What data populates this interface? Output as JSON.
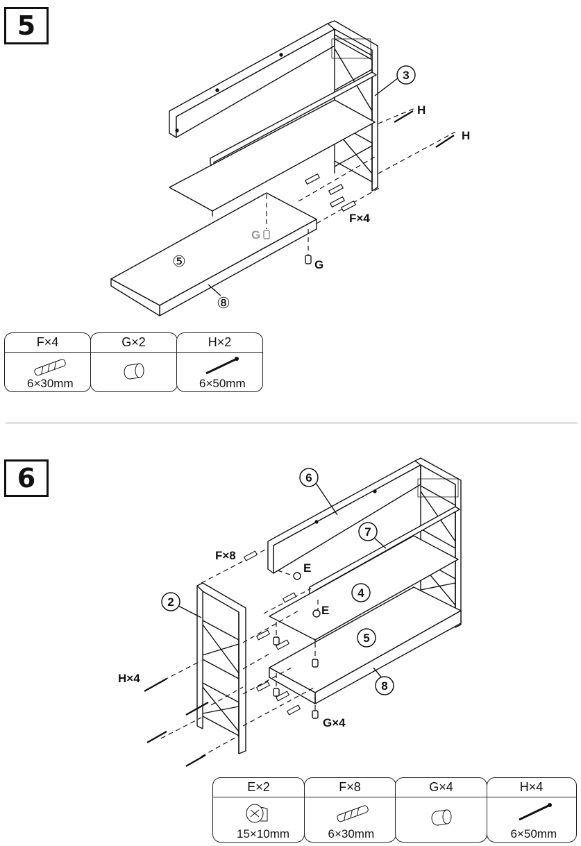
{
  "step5": {
    "number": "5",
    "labels": {
      "h_top": "H",
      "h_right": "H",
      "f": "F×4",
      "g_faded": "G",
      "g": "G"
    },
    "parts": {
      "p3": "3",
      "p5": "⑤",
      "p8": "⑧"
    },
    "hardware": [
      {
        "label": "F×4",
        "size": "6×30mm",
        "icon": "wood-dowel-icon"
      },
      {
        "label": "G×2",
        "size": "",
        "icon": "cam-lock-icon"
      },
      {
        "label": "H×2",
        "size": "6×50mm",
        "icon": "bolt-icon"
      }
    ]
  },
  "step6": {
    "number": "6",
    "labels": {
      "f": "F×8",
      "e_top": "E",
      "e_mid": "E",
      "h": "H×4",
      "g": "G×4"
    },
    "parts": {
      "p6": "6",
      "p7": "7",
      "p4": "4",
      "p5": "5",
      "p2": "2",
      "p8": "8"
    },
    "hardware": [
      {
        "label": "E×2",
        "size": "15×10mm",
        "icon": "cam-lock-disc-icon"
      },
      {
        "label": "F×8",
        "size": "6×30mm",
        "icon": "wood-dowel-icon"
      },
      {
        "label": "G×4",
        "size": "",
        "icon": "cam-lock-icon"
      },
      {
        "label": "H×4",
        "size": "6×50mm",
        "icon": "bolt-icon"
      }
    ]
  }
}
